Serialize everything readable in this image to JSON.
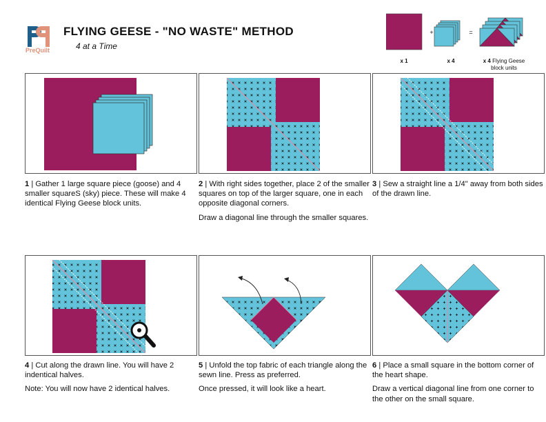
{
  "header": {
    "logo_text": "PreQuilt",
    "title": "FLYING GEESE - \"NO WASTE\" METHOD",
    "subtitle": "4 at a Time"
  },
  "legend": {
    "large_count": "x 1",
    "small_count": "x 4",
    "result_count": "x 4",
    "result_label": "Flying Geese block units",
    "plus": "+",
    "equals": "="
  },
  "colors": {
    "magenta": "#9c1d5e",
    "sky": "#62c3da",
    "sew_line": "#d98fa8",
    "outline": "#444444"
  },
  "steps": [
    {
      "number": "1",
      "text": "Gather 1 large square piece (goose) and 4 smaller squareS (sky) piece. These will make 4 identical Flying Geese block units.",
      "note": ""
    },
    {
      "number": "2",
      "text": "With right sides together, place 2 of the smaller squares on top of the larger square, one in each opposite diagonal corners.",
      "note": "Draw a diagonal line through the smaller squares."
    },
    {
      "number": "3",
      "text": "Sew a straight line a 1/4\" away from both sides of the drawn line.",
      "note": ""
    },
    {
      "number": "4",
      "text": "Cut along the drawn line. You will have 2 indentical halves.",
      "note": "Note: You will now have 2 identical halves."
    },
    {
      "number": "5",
      "text": "Unfold the top fabric of each triangle along the sewn line. Press as preferred.",
      "note": "Once pressed, it will look like a heart."
    },
    {
      "number": "6",
      "text": "Place a small square in the bottom corner of the heart shape.",
      "note": "Draw a vertical diagonal line from one corner to the other on the small square."
    }
  ]
}
